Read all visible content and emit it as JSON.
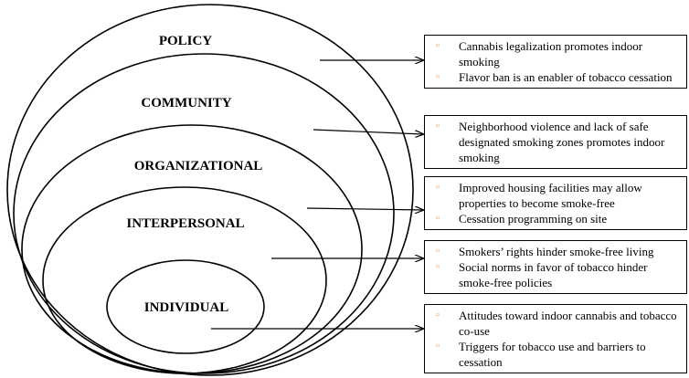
{
  "levels": [
    {
      "label": "POLICY"
    },
    {
      "label": "COMMUNITY"
    },
    {
      "label": "ORGANIZATIONAL"
    },
    {
      "label": "INTERPERSONAL"
    },
    {
      "label": "INDIVIDUAL"
    }
  ],
  "boxes": [
    {
      "items": [
        "Cannabis legalization promotes indoor smoking",
        "Flavor ban is an enabler of tobacco cessation"
      ]
    },
    {
      "items": [
        "Neighborhood violence and lack of safe designated smoking zones promotes indoor smoking"
      ]
    },
    {
      "items": [
        " Improved housing facilities may allow properties to become smoke-free",
        "Cessation programming on site"
      ]
    },
    {
      "items": [
        "Smokers’ rights hinder smoke-free living",
        "Social norms in favor of tobacco hinder smoke-free policies"
      ]
    },
    {
      "items": [
        "Attitudes toward indoor cannabis and tobacco co-use",
        "Triggers for tobacco use and barriers to cessation"
      ]
    }
  ],
  "bullet_glyph": "▫",
  "colors": {
    "bullet": "#e89a5a",
    "lines": "#000000"
  }
}
